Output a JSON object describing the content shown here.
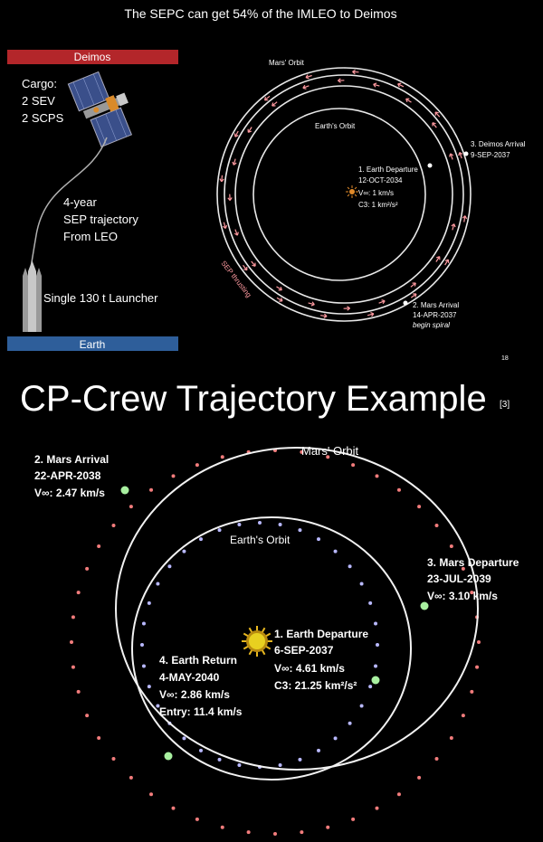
{
  "slide1": {
    "title": "The SEPC can get 54% of the IMLEO to Deimos",
    "deimos_bar_label": "Deimos",
    "earth_bar_label": "Earth",
    "cargo_lines": [
      "Cargo:",
      "2 SEV",
      "2 SCPS"
    ],
    "trajectory_lines": [
      "4-year",
      "SEP trajectory",
      "From LEO"
    ],
    "launcher_label": "Single 130 t Launcher",
    "mars_orbit_label": "Mars' Orbit",
    "earth_orbit_label": "Earth's Orbit",
    "sep_thrusting_label": "SEP thrusting",
    "event1_lines": [
      "1. Earth Departure",
      "12-OCT-2034",
      "V∞: 1 km/s",
      "C3: 1 km²/s²"
    ],
    "event2_lines": [
      "2. Mars Arrival",
      "14-APR-2037",
      "begin spiral"
    ],
    "event3_lines": [
      "3. Deimos Arrival",
      "9-SEP-2037"
    ],
    "page_number": "18",
    "colors": {
      "deimos_bar": "#b3262a",
      "earth_bar": "#2e5e9a",
      "sep_arrows": "#ff9aa0",
      "sun": "#e08a2a"
    }
  },
  "slide2": {
    "title": "CP-Crew Trajectory Example",
    "reference": "[3]",
    "mars_orbit_label": "Mars' Orbit",
    "earth_orbit_label": "Earth's Orbit",
    "event1_lines": [
      "1. Earth Departure",
      "6-SEP-2037",
      "V∞: 4.61 km/s",
      "C3: 21.25 km²/s²"
    ],
    "event2_lines": [
      "2. Mars Arrival",
      "22-APR-2038",
      "V∞: 2.47 km/s"
    ],
    "event3_lines": [
      "3. Mars Departure",
      "23-JUL-2039",
      "V∞: 3.10 km/s"
    ],
    "event4_lines": [
      "4. Earth Return",
      "4-MAY-2040",
      "V∞: 2.86 km/s",
      "Entry: 11.4 km/s"
    ],
    "colors": {
      "mars_dots": "#f27c7c",
      "earth_dots": "#b8b8ff",
      "event_marker": "#a8f0a0",
      "sun": "#e8d020"
    }
  }
}
